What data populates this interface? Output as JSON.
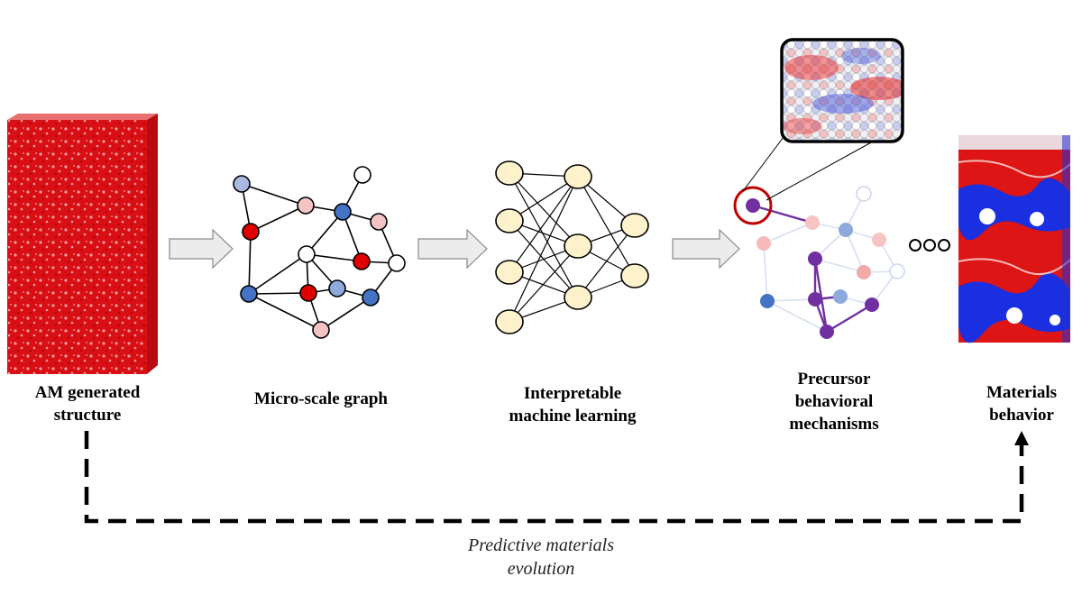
{
  "stages": [
    {
      "id": "am-structure",
      "lines": [
        "AM generated",
        "structure"
      ]
    },
    {
      "id": "micro-graph",
      "lines": [
        "Micro-scale graph"
      ]
    },
    {
      "id": "interpretable-ml",
      "lines": [
        "Interpretable",
        "machine learning"
      ]
    },
    {
      "id": "precursor",
      "lines": [
        "Precursor",
        "behavioral",
        "mechanisms"
      ]
    },
    {
      "id": "materials-behavior",
      "lines": [
        "Materials",
        "behavior"
      ]
    }
  ],
  "feedback": {
    "lines": [
      "Predictive materials",
      "evolution"
    ]
  },
  "colors": {
    "red": "#e00000",
    "blue": "#4472c4",
    "light_blue": "#aab9e0",
    "pink": "#f4c4c4",
    "purple": "#7030a0",
    "node_yellow": "#fdf2cc",
    "arrow_fill": "#ececec"
  }
}
